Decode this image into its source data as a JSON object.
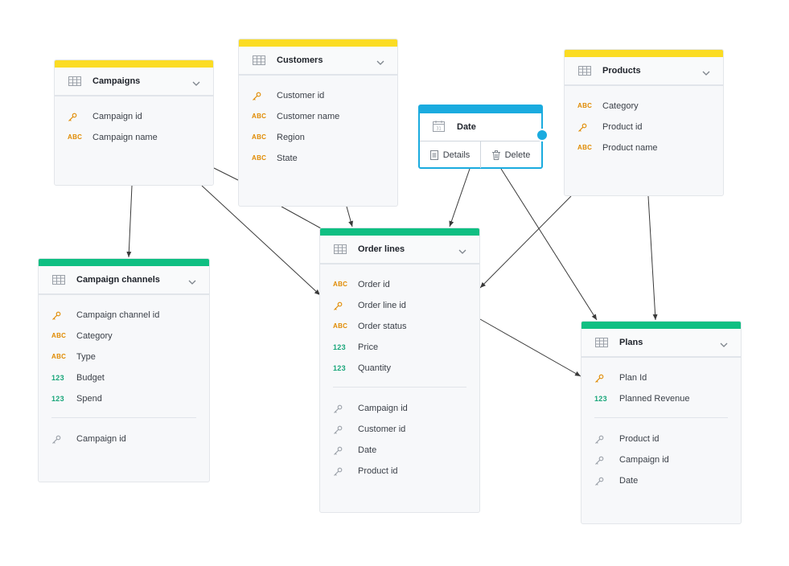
{
  "tables": {
    "campaigns": {
      "title": "Campaigns",
      "fields": [
        {
          "type": "key",
          "label": "Campaign id"
        },
        {
          "type": "abc",
          "label": "Campaign name"
        }
      ]
    },
    "customers": {
      "title": "Customers",
      "fields": [
        {
          "type": "key",
          "label": "Customer id"
        },
        {
          "type": "abc",
          "label": "Customer name"
        },
        {
          "type": "abc",
          "label": "Region"
        },
        {
          "type": "abc",
          "label": "State"
        }
      ]
    },
    "products": {
      "title": "Products",
      "fields": [
        {
          "type": "abc",
          "label": "Category"
        },
        {
          "type": "key",
          "label": "Product id"
        },
        {
          "type": "abc",
          "label": "Product name"
        }
      ]
    },
    "campaign_channels": {
      "title": "Campaign channels",
      "fields": [
        {
          "type": "key",
          "label": "Campaign channel id"
        },
        {
          "type": "abc",
          "label": "Category"
        },
        {
          "type": "abc",
          "label": "Type"
        },
        {
          "type": "num",
          "label": "Budget"
        },
        {
          "type": "num",
          "label": "Spend"
        }
      ],
      "links": [
        {
          "type": "link",
          "label": "Campaign id"
        }
      ]
    },
    "order_lines": {
      "title": "Order lines",
      "fields": [
        {
          "type": "abc",
          "label": "Order id"
        },
        {
          "type": "key",
          "label": "Order line id"
        },
        {
          "type": "abc",
          "label": "Order status"
        },
        {
          "type": "num",
          "label": "Price"
        },
        {
          "type": "num",
          "label": "Quantity"
        }
      ],
      "links": [
        {
          "type": "link",
          "label": "Campaign id"
        },
        {
          "type": "link",
          "label": "Customer id"
        },
        {
          "type": "link",
          "label": "Date"
        },
        {
          "type": "link",
          "label": "Product id"
        }
      ]
    },
    "plans": {
      "title": "Plans",
      "fields": [
        {
          "type": "key",
          "label": "Plan Id"
        },
        {
          "type": "num",
          "label": "Planned Revenue"
        }
      ],
      "links": [
        {
          "type": "link",
          "label": "Product id"
        },
        {
          "type": "link",
          "label": "Campaign id"
        },
        {
          "type": "link",
          "label": "Date"
        }
      ]
    }
  },
  "date_card": {
    "title": "Date",
    "details_label": "Details",
    "delete_label": "Delete"
  },
  "type_glyphs": {
    "abc": "ABC",
    "num": "123"
  },
  "colors": {
    "dimension_bar": "#fbdc23",
    "fact_bar": "#0fbf82",
    "selected": "#1aabdf",
    "key_icon": "#e08a00",
    "link_icon": "#9aa0a8",
    "edge": "#3a3a3a"
  }
}
